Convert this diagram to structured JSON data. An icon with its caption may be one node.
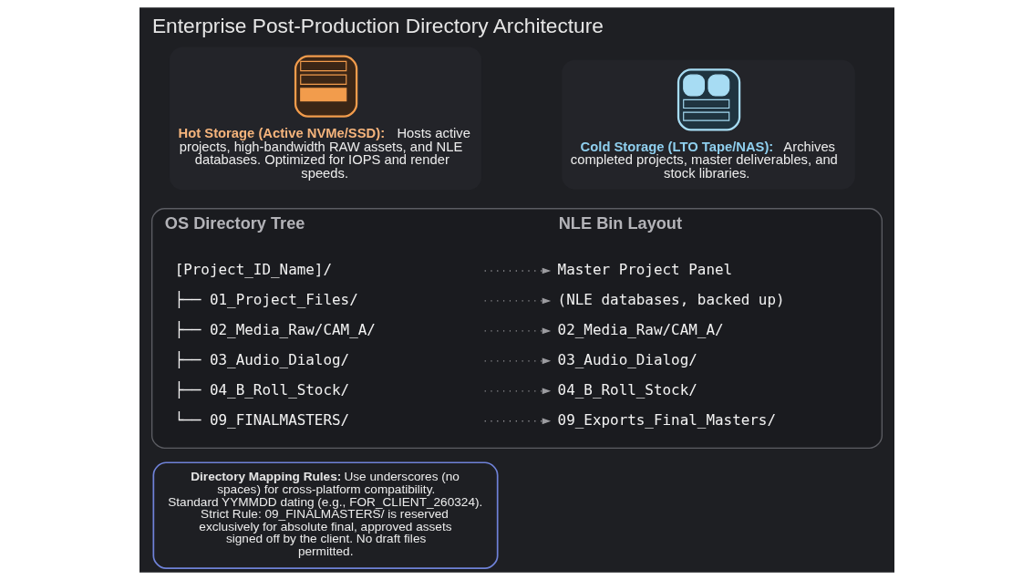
{
  "diagram": {
    "title": "Enterprise Post-Production Directory Architecture",
    "nodes": [
      {
        "text": [
          "Hot Storage (Active NVMe/SSD):",
          "Hosts active projects, high-bandwidth RAW assets, and NLE databases. Optimized for IOPS and render speeds."
        ]
      },
      {
        "text": [
          "Cold Storage (LTO Tape/NAS):",
          "Archives completed projects, master deliverables, and stock libraries."
        ]
      },
      {
        "text": [
          "OS Directory Tree",
          "NLE Bin Layout"
        ]
      },
      {
        "text": [
          "[Project_ID_Name]/"
        ],
        "in": 2
      },
      {
        "text": [
          "Master Project Panel"
        ],
        "in": 2
      },
      {
        "text": [
          "├── 01_Project_Files/"
        ],
        "in": 2
      },
      {
        "text": [
          "(NLE databases, backed up)"
        ],
        "in": 2
      },
      {
        "text": [
          "├── 02_Media_Raw/CAM_A/"
        ],
        "in": 2
      },
      {
        "text": [
          "02_Media_Raw/CAM_A/"
        ],
        "in": 2
      },
      {
        "text": [
          "├── 03_Audio_Dialog/"
        ],
        "in": 2
      },
      {
        "text": [
          "03_Audio_Dialog/"
        ],
        "in": 2
      },
      {
        "text": [
          "├── 04_B_Roll_Stock/"
        ],
        "in": 2
      },
      {
        "text": [
          "04_B_Roll_Stock/"
        ],
        "in": 2
      },
      {
        "text": [
          "└── 09_FINALMASTERS/"
        ],
        "in": 2
      },
      {
        "text": [
          "09_Exports_Final_Masters/"
        ],
        "in": 2
      },
      {
        "text": [
          "Directory Mapping Rules:",
          "Use underscores (no spaces) for cross-platform compatibility. Standard YYMMDD dating (e.g., FOR_CLIENT_260324). Strict Rule: 09_FINALMASTERS/ is reserved exclusively for absolute final, approved assets signed off by the client. No draft files permitted."
        ]
      }
    ],
    "edges": [
      {
        "from": 3,
        "to": 4,
        "arrow": "to"
      },
      {
        "from": 5,
        "to": 6,
        "arrow": "to"
      },
      {
        "from": 7,
        "to": 8,
        "arrow": "to"
      },
      {
        "from": 9,
        "to": 10,
        "arrow": "to"
      },
      {
        "from": 11,
        "to": 12,
        "arrow": "to"
      },
      {
        "from": 13,
        "to": 14,
        "arrow": "to"
      }
    ]
  }
}
